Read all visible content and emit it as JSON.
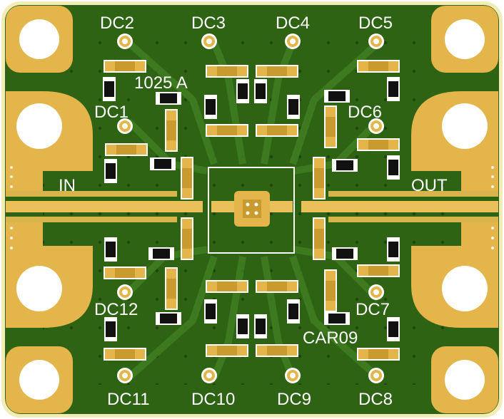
{
  "board": {
    "colors": {
      "outline": "#f4ecb6",
      "soldermask": "#2e6314",
      "soldermask_dark": "#255210",
      "pad_gold": "#e3b54a",
      "pad_gold_dark": "#c99a2e",
      "copper_trace": "#3d7a1e",
      "silkscreen": "#ffffff",
      "component_body": "#111111",
      "via": "#c99a2e"
    },
    "labels": {
      "dc1": "DC1",
      "dc2": "DC2",
      "dc3": "DC3",
      "dc4": "DC4",
      "dc5": "DC5",
      "dc6": "DC6",
      "dc7": "DC7",
      "dc8": "DC8",
      "dc9": "DC9",
      "dc10": "DC10",
      "dc11": "DC11",
      "dc12": "DC12",
      "input": "IN",
      "output": "OUT",
      "part_marking_top": "1025 A",
      "part_marking_bottom": "CAR09"
    }
  }
}
